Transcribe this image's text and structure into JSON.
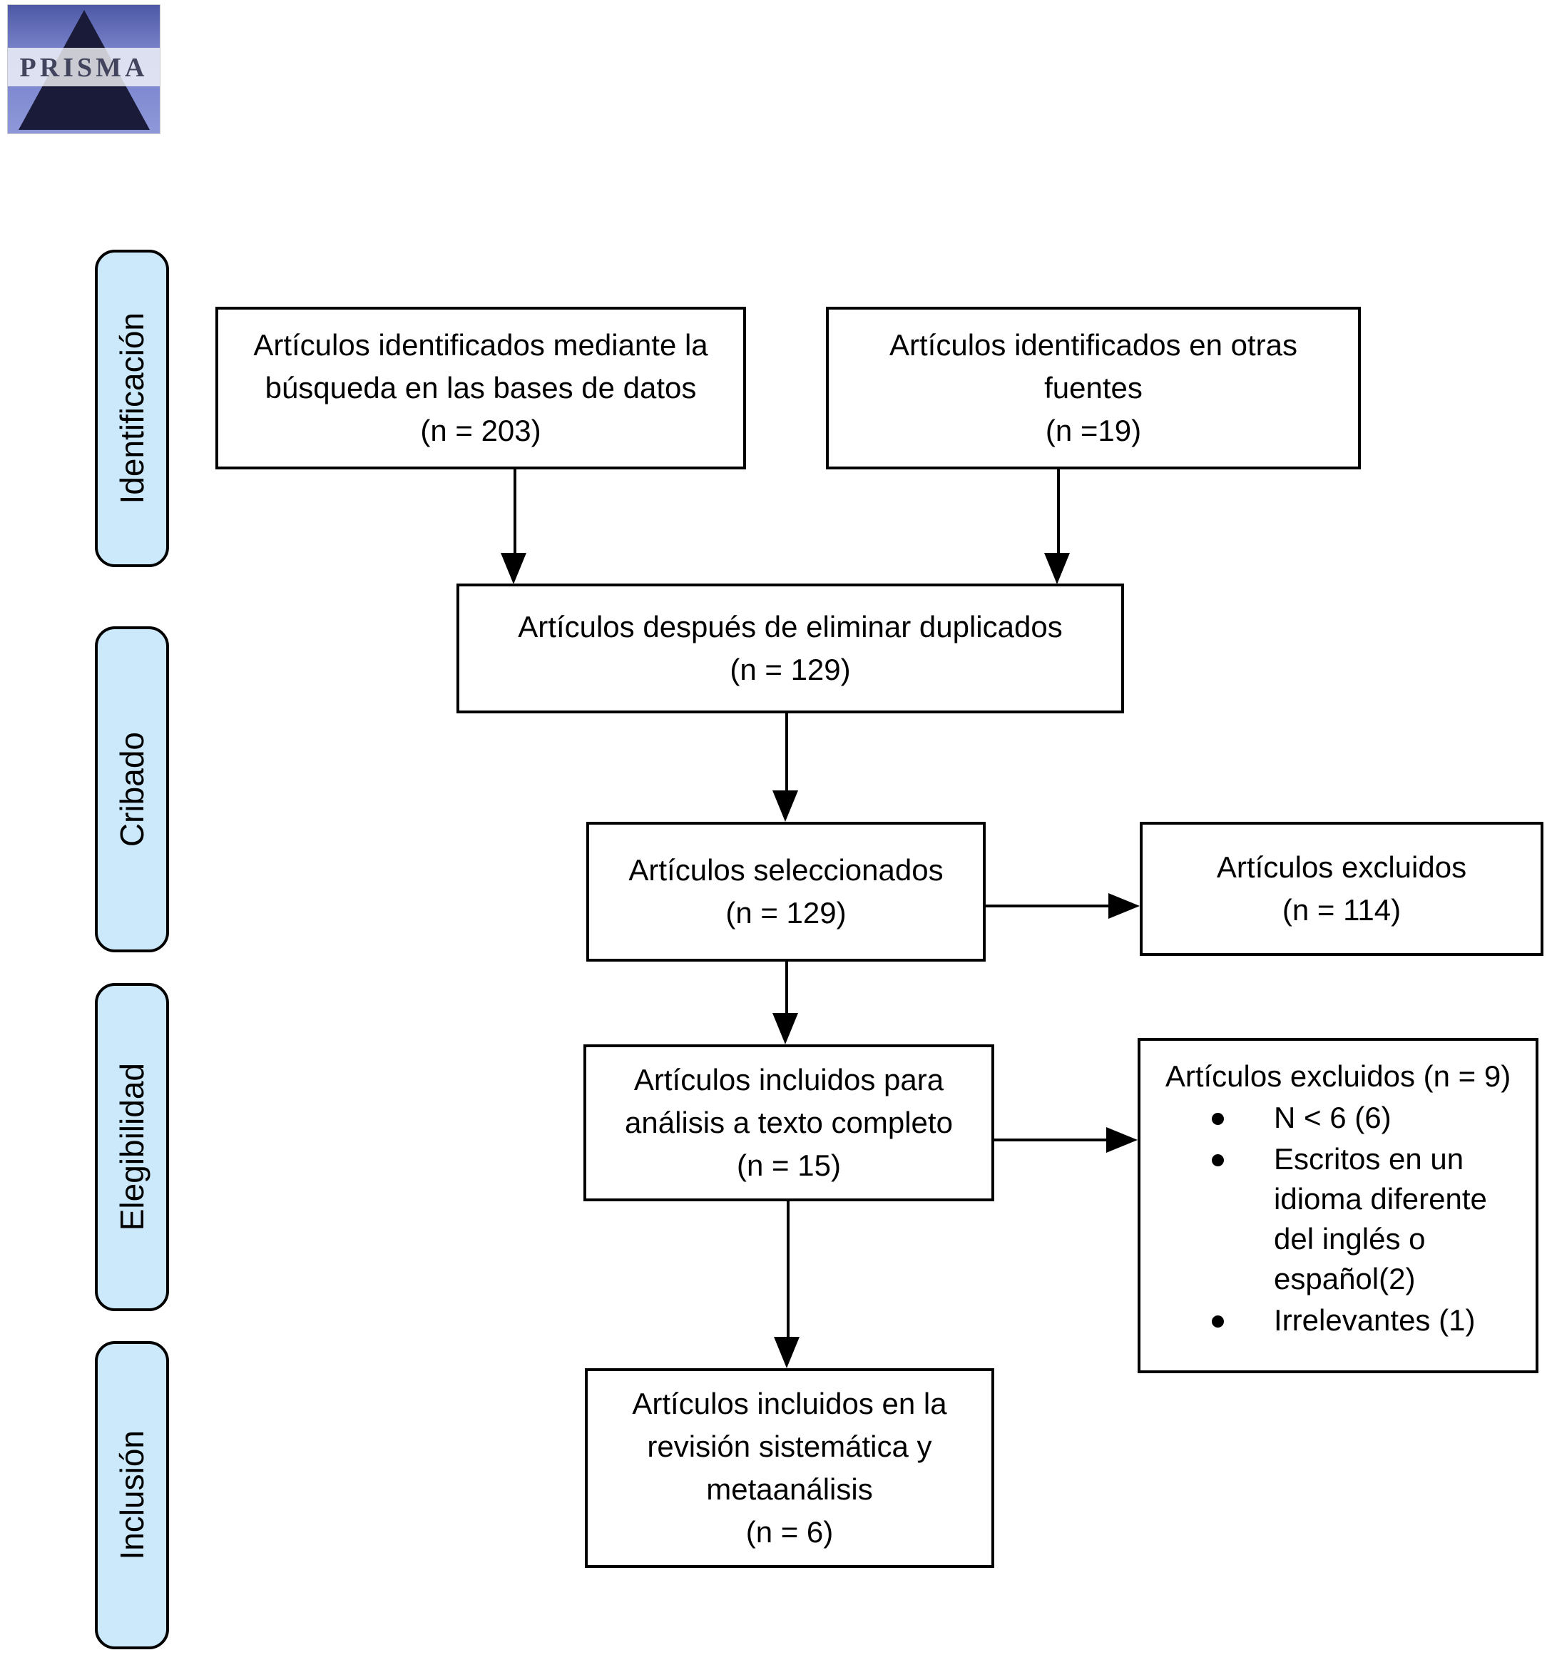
{
  "logo": {
    "text": "PRISMA"
  },
  "stages": [
    {
      "label": "Identificación"
    },
    {
      "label": "Cribado"
    },
    {
      "label": "Elegibilidad"
    },
    {
      "label": "Inclusión"
    }
  ],
  "boxes": {
    "identified_databases": {
      "text": "Artículos identificados mediante la\nbúsqueda en las bases de datos\n(n = 203)"
    },
    "identified_other_sources": {
      "text": "Artículos identificados en otras\nfuentes\n(n =19)"
    },
    "after_duplicates_removed": {
      "text": "Artículos después de eliminar duplicados\n(n = 129)"
    },
    "screened": {
      "text": "Artículos seleccionados\n(n = 129)"
    },
    "excluded_screening": {
      "text": "Artículos excluidos\n(n = 114)"
    },
    "fulltext_assessed": {
      "text": "Artículos incluidos para\nanálisis a texto completo\n(n = 15)"
    },
    "excluded_fulltext": {
      "header": "Artículos excluidos (n = 9)",
      "bullets": [
        "N < 6 (6)",
        "Escritos en un\nidioma diferente\ndel inglés o\nespañol(2)",
        "Irrelevantes (1)"
      ]
    },
    "included_review": {
      "text": "Artículos incluidos en la\nrevisión sistemática y\nmetaanálisis\n(n = 6)"
    }
  },
  "colors": {
    "stage_fill": "#cbe9fa",
    "box_border": "#000000",
    "background": "#ffffff",
    "logo_blue": "#7680c8",
    "logo_navy": "#191b38"
  }
}
